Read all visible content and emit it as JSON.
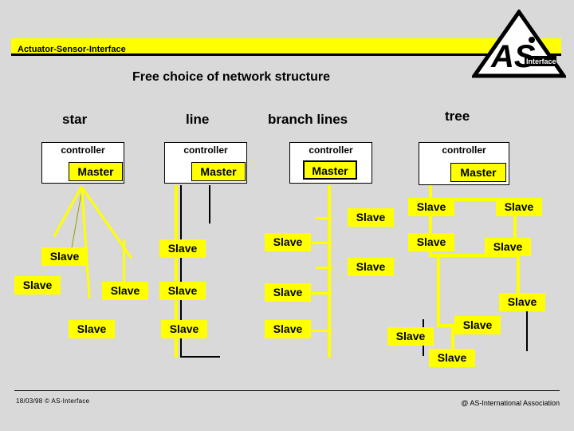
{
  "header": {
    "title": "Actuator-Sensor-Interface"
  },
  "logo": {
    "name": "asi-triangle-logo",
    "text": "AS",
    "subtext": "Interface"
  },
  "main": {
    "title": "Free choice of network structure",
    "columns": [
      {
        "key": "star",
        "label": "star"
      },
      {
        "key": "line",
        "label": "line"
      },
      {
        "key": "branch",
        "label": "branch lines"
      },
      {
        "key": "tree",
        "label": "tree"
      }
    ],
    "controller_label": "controller",
    "master_label": "Master",
    "slave_label": "Slave",
    "star": {
      "controller": "controller",
      "master": "Master",
      "slaves": [
        "Slave",
        "Slave",
        "Slave",
        "Slave"
      ]
    },
    "line": {
      "controller": "controller",
      "master": "Master",
      "slaves": [
        "Slave",
        "Slave",
        "Slave"
      ]
    },
    "branch": {
      "controller": "controller",
      "master": "Master",
      "slaves": [
        "Slave",
        "Slave",
        "Slave",
        "Slave",
        "Slave"
      ]
    },
    "tree": {
      "controller": "controller",
      "master": "Master",
      "slaves": [
        "Slave",
        "Slave",
        "Slave",
        "Slave",
        "Slave",
        "Slave",
        "Slave"
      ]
    }
  },
  "footer": {
    "left": "18/03/98   ©  AS-Interface",
    "right": "@  AS-International Association"
  }
}
